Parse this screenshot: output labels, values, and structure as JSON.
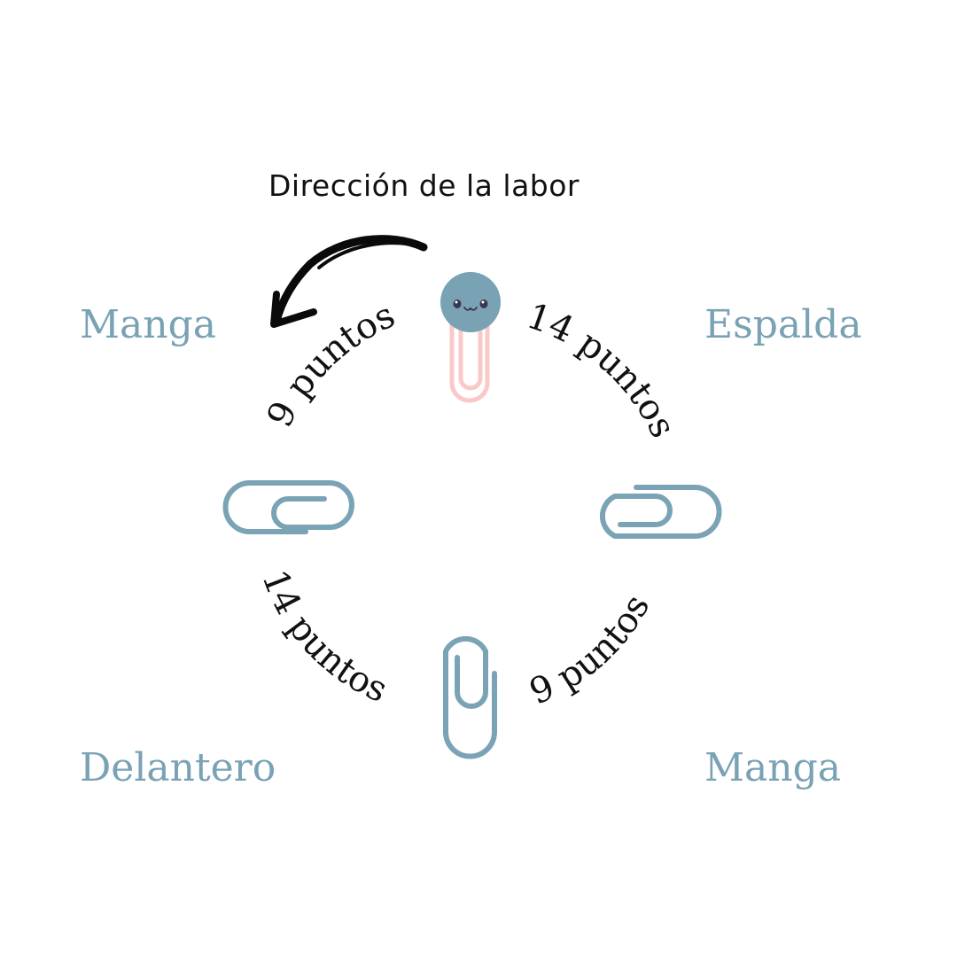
{
  "title": "Dirección de la labor",
  "sections": {
    "top_left": "Manga",
    "top_right": "Espalda",
    "bottom_left": "Delantero",
    "bottom_right": "Manga"
  },
  "counts": {
    "top_left": "9 puntos",
    "top_right": "14 puntos",
    "bottom_left": "14 puntos",
    "bottom_right": "9 puntos"
  },
  "colors": {
    "label": "#79a2b4",
    "clip": "#7aa3b5",
    "clip_start": "#f9c9c8",
    "head": "#79a2b4",
    "text": "#111111"
  },
  "icons": {
    "start_marker": "kawaii-paperclip-marker-icon",
    "markers": [
      "paperclip-icon",
      "paperclip-icon",
      "paperclip-icon"
    ],
    "direction": "curved-arrow-icon"
  }
}
